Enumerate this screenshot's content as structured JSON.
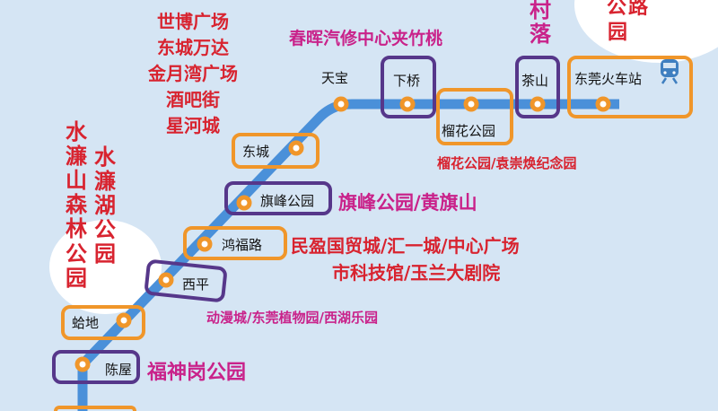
{
  "stations": [
    {
      "name": "陈屋",
      "box": "purple"
    },
    {
      "name": "蛤地",
      "box": "orange"
    },
    {
      "name": "西平",
      "box": "purple"
    },
    {
      "name": "鸿福路",
      "box": "orange"
    },
    {
      "name": "旗峰公园",
      "box": "purple"
    },
    {
      "name": "东城",
      "box": "orange"
    },
    {
      "name": "天宝",
      "box": "none"
    },
    {
      "name": "下桥",
      "box": "purple"
    },
    {
      "name": "榴花公园",
      "box": "orange"
    },
    {
      "name": "茶山",
      "box": "purple"
    },
    {
      "name": "东莞火车站",
      "box": "orange"
    }
  ],
  "annotations": {
    "dongcheng": [
      "世博广场",
      "东城万达",
      "金月湾广场",
      "酒吧街",
      "星河城"
    ],
    "xiaqiao": "春晖汽修中心夹竹桃",
    "chashan": "村落",
    "station_top": "公路",
    "station_top2": "园",
    "shuilian_forest": "水濂山森林公园",
    "shuilian_lake": "水濂湖公园",
    "qifeng": "旗峰公园/黄旗山",
    "hongfu_1": "民盈国贸城/汇一城/中心广场",
    "hongfu_2": "市科技馆/玉兰大剧院",
    "liuhua": "榴花公园/袁崇焕纪念园",
    "xiping": "动漫城/东莞植物园/西湖乐园",
    "chenwu": "福神岗公园"
  },
  "icons": {
    "train": "train-icon"
  },
  "colors": {
    "line": "#4a90d9",
    "orange": "#f0962a",
    "purple": "#56378a",
    "red": "#d8232f",
    "magenta": "#c9228a"
  }
}
